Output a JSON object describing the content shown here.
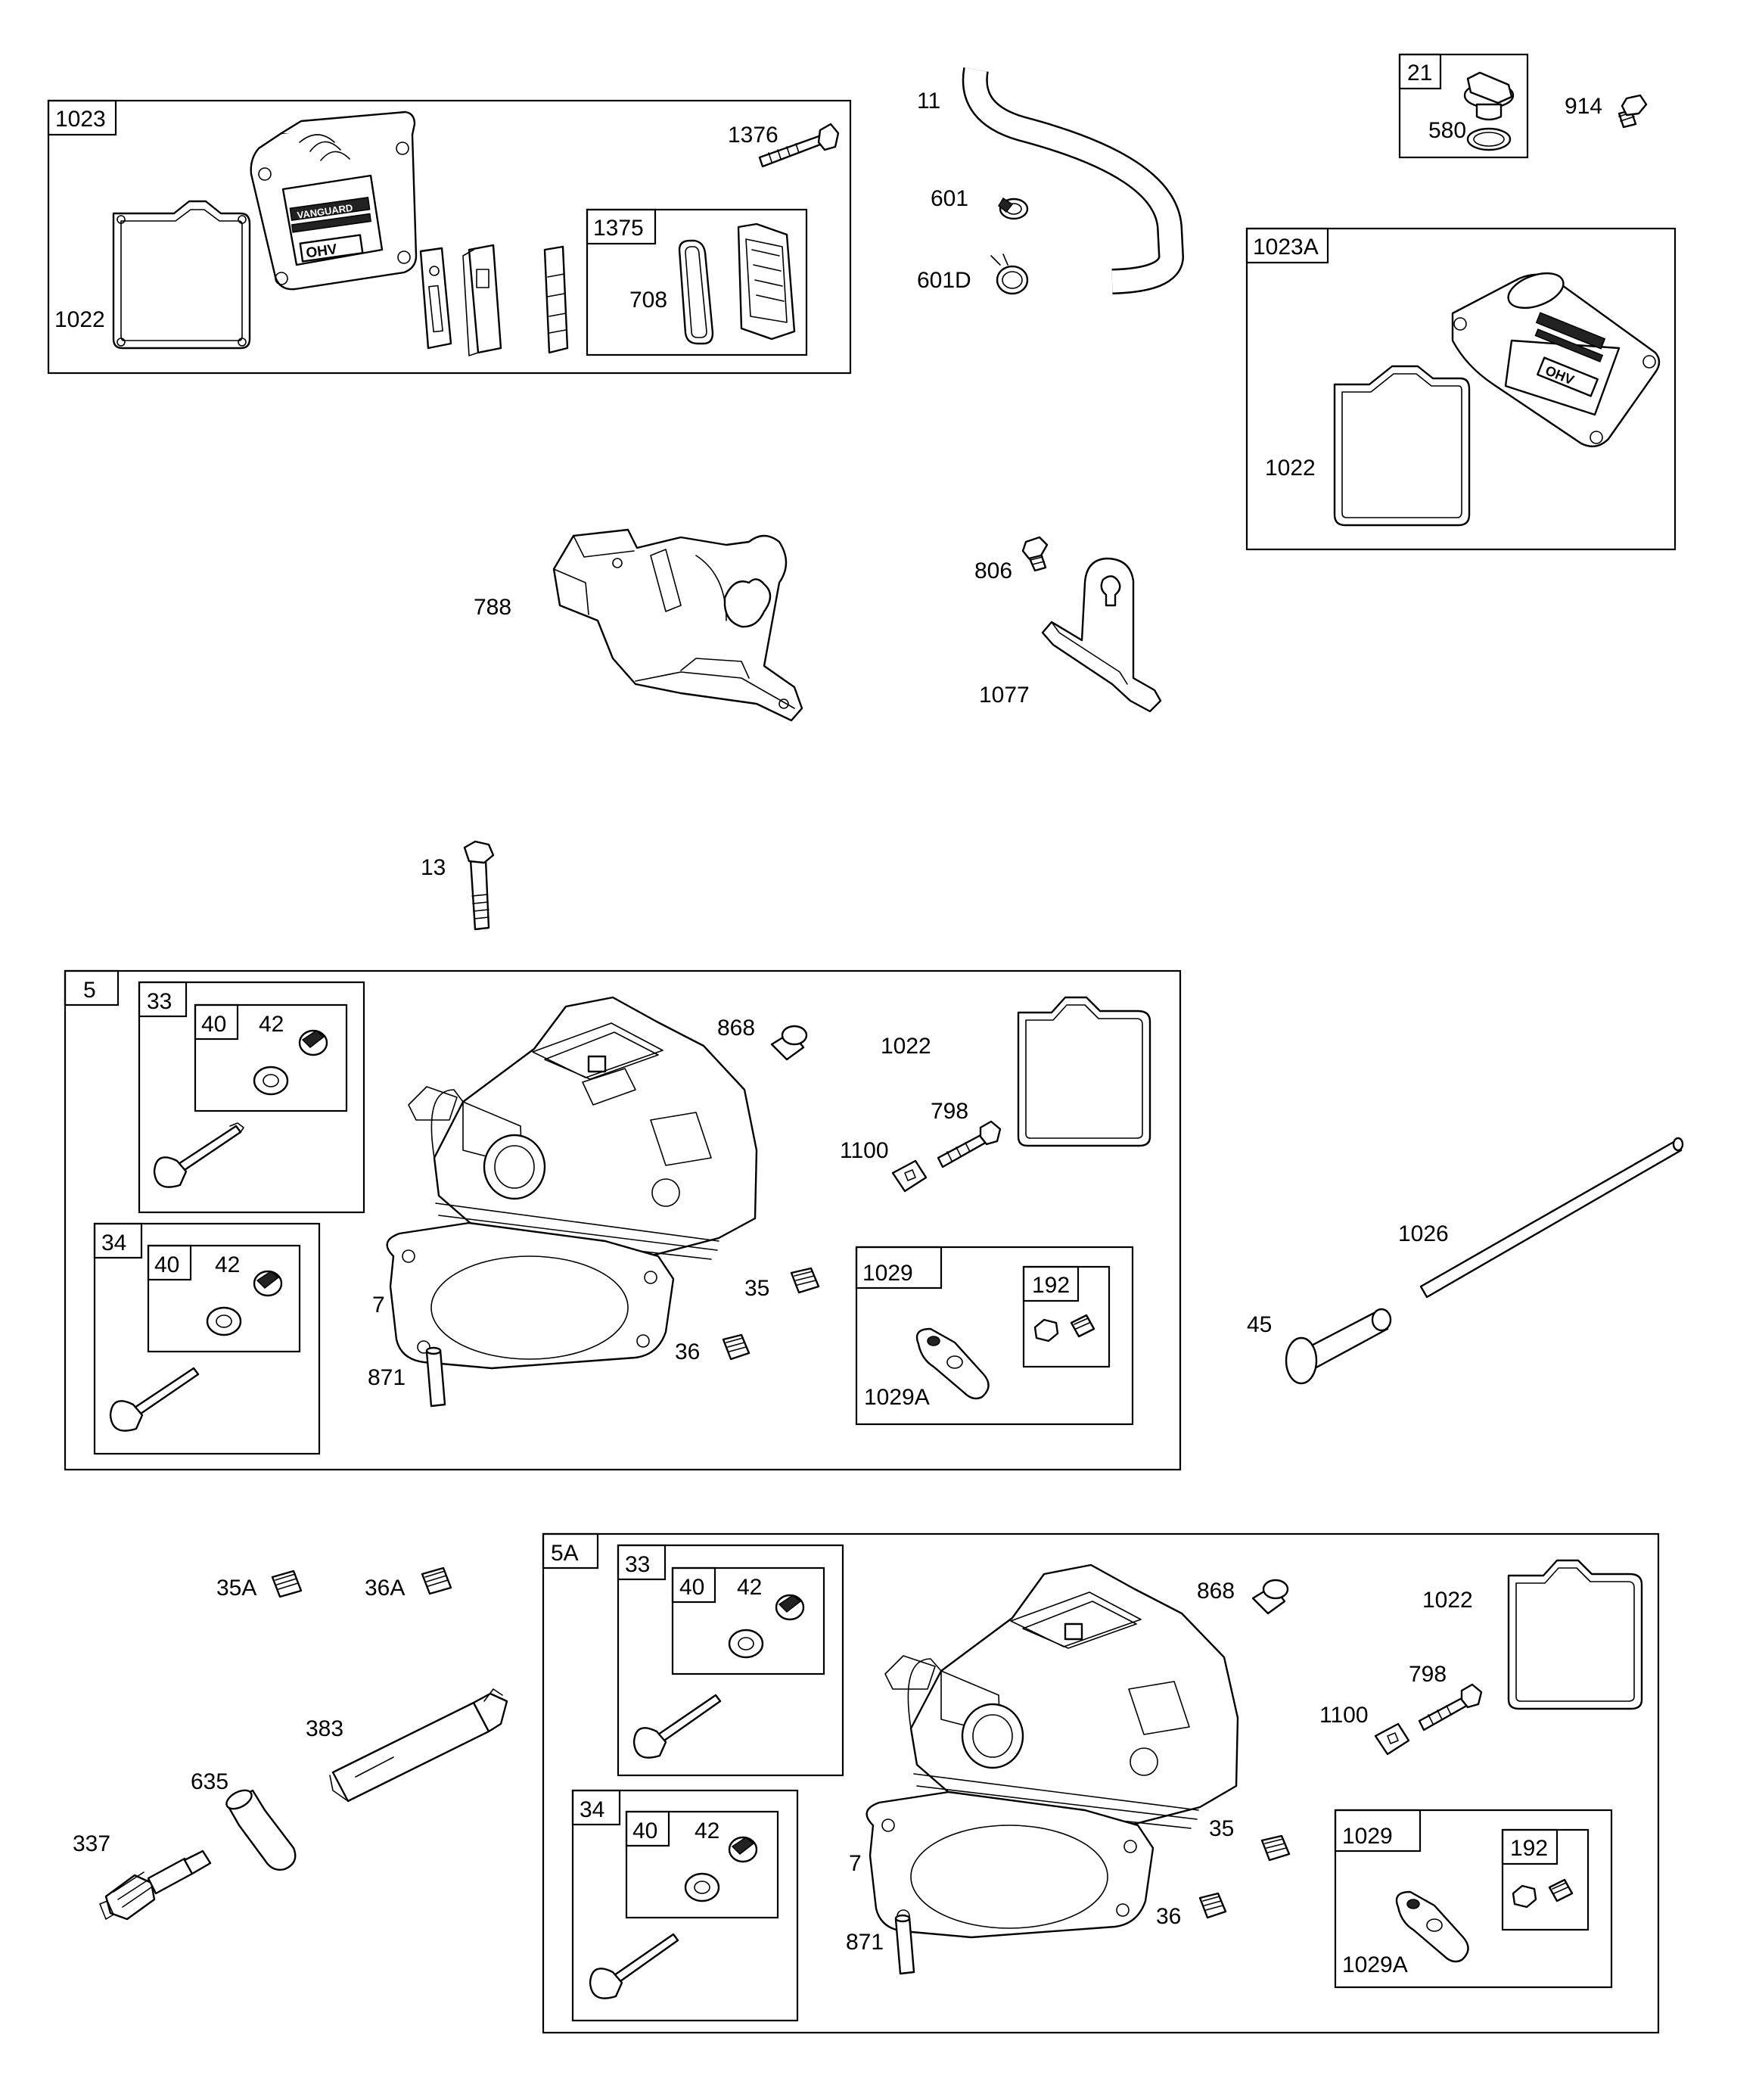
{
  "groups": {
    "g1023": "1023",
    "g1375": "1375",
    "g21": "21",
    "g1023A": "1023A",
    "g5": "5",
    "g33a": "33",
    "g40a": "40",
    "g34a": "34",
    "g40b": "40",
    "g1029a": "1029",
    "g192a": "192",
    "g5A": "5A",
    "g33b": "33",
    "g40c": "40",
    "g34b": "34",
    "g40d": "40",
    "g1029b": "1029",
    "g192b": "192"
  },
  "callouts": {
    "c1022a": "1022",
    "c1376": "1376",
    "c708": "708",
    "c11": "11",
    "c601": "601",
    "c601D": "601D",
    "c580": "580",
    "c914": "914",
    "c1022b": "1022",
    "c788": "788",
    "c806": "806",
    "c1077": "1077",
    "c13": "13",
    "c42a": "42",
    "c42b": "42",
    "c868a": "868",
    "c1022c": "1022",
    "c798a": "798",
    "c1100a": "1100",
    "c7a": "7",
    "c871a": "871",
    "c35a": "35",
    "c36a": "36",
    "c1029Aa": "1029A",
    "c1026": "1026",
    "c45": "45",
    "c35A": "35A",
    "c36A": "36A",
    "c383": "383",
    "c635": "635",
    "c337": "337",
    "c42c": "42",
    "c42d": "42",
    "c868b": "868",
    "c1022d": "1022",
    "c798b": "798",
    "c1100b": "1100",
    "c7b": "7",
    "c871b": "871",
    "c35b": "35",
    "c36b": "36",
    "c1029Ab": "1029A"
  },
  "logo_text": {
    "brand": "VANGUARD",
    "badge": "OHV"
  }
}
